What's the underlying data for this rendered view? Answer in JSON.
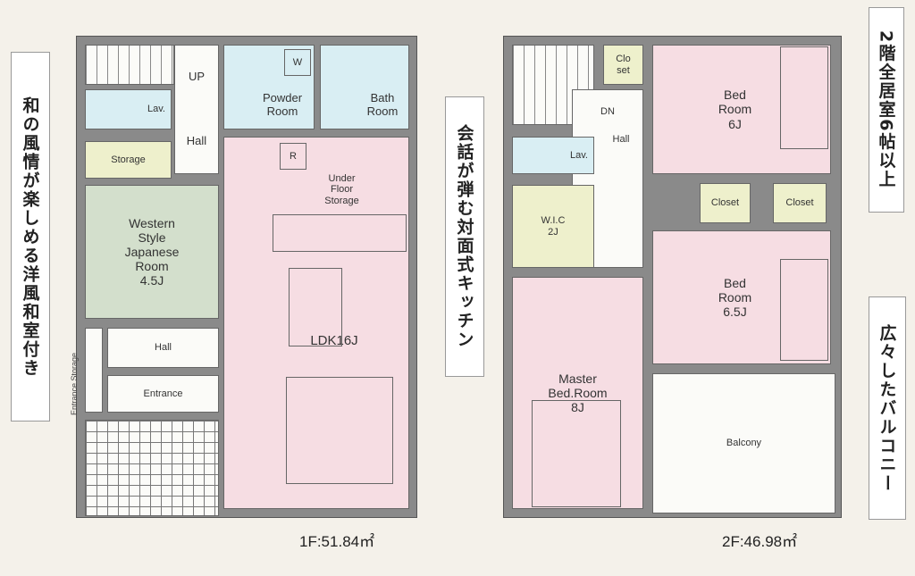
{
  "floor1": {
    "area": "1F:51.84㎡",
    "rooms": {
      "up": "UP",
      "hall_top": "Hall",
      "lav": "Lav.",
      "storage": "Storage",
      "powder": "Powder\nRoom",
      "bath": "Bath\nRoom",
      "under_floor": "Under\nFloor\nStorage",
      "western": "Western\nStyle\nJapanese\nRoom\n4.5J",
      "ldk": "LDK16J",
      "hall_lower": "Hall",
      "entrance": "Entrance",
      "entrance_storage": "Entrance Storage",
      "w": "W",
      "r": "R"
    }
  },
  "floor2": {
    "area": "2F:46.98㎡",
    "rooms": {
      "dn": "DN",
      "hall": "Hall",
      "closet_small": "Clo\nset",
      "lav": "Lav.",
      "wic": "W.I.C\n2J",
      "bed6": "Bed\nRoom\n6J",
      "closet1": "Closet",
      "closet2": "Closet",
      "bed65": "Bed\nRoom\n6.5J",
      "master": "Master\nBed.Room\n8J",
      "balcony": "Balcony"
    }
  },
  "callouts": {
    "left": "和の風情が楽しめる洋風和室付き",
    "middle": "会話が弾む対面式キッチン",
    "right_top": "2階全居室6帖以上",
    "right_bottom": "広々したバルコニー"
  }
}
